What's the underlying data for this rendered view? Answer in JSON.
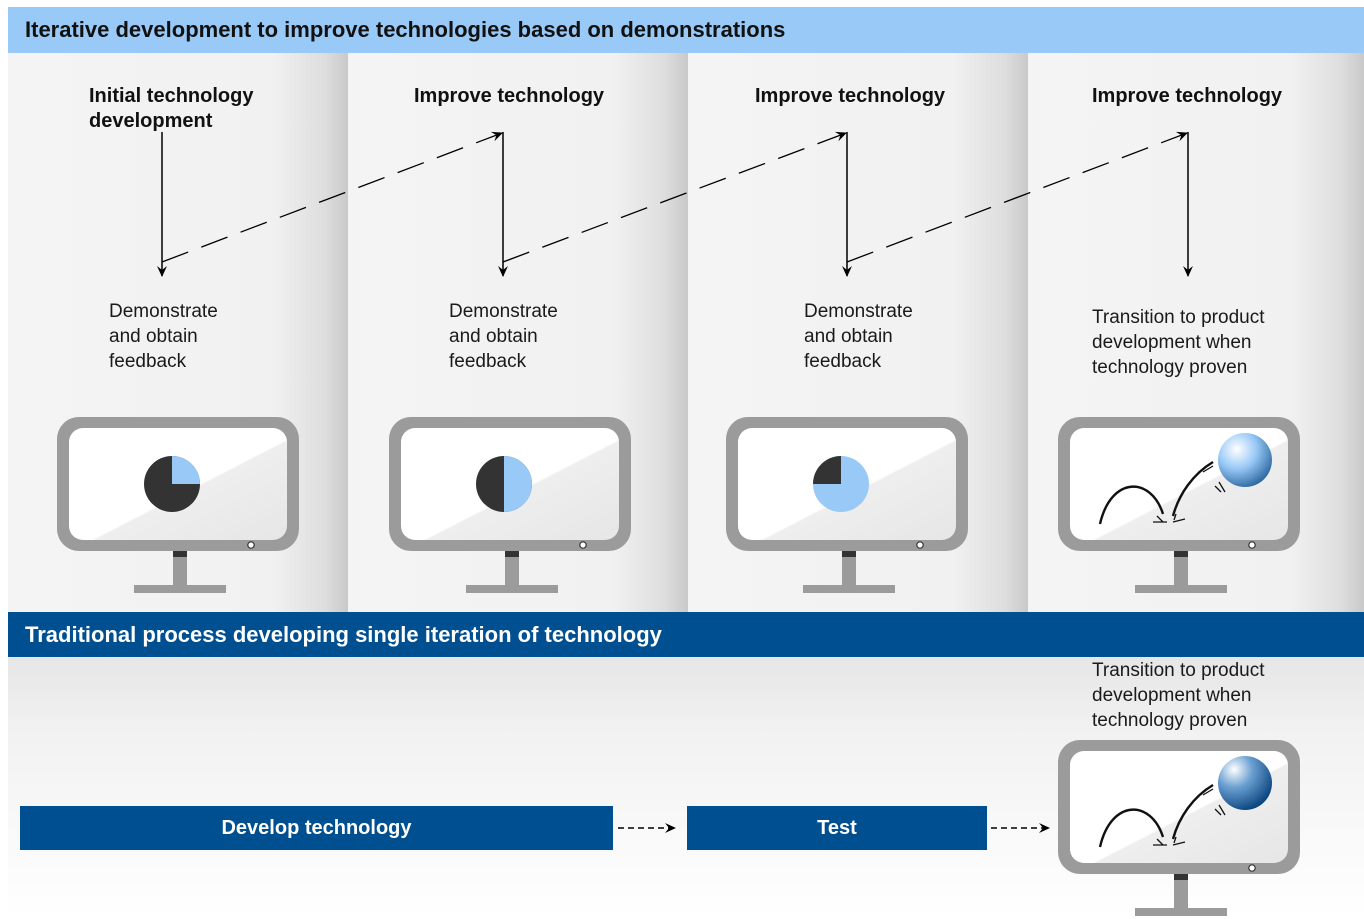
{
  "iterative": {
    "banner_title": "Iterative development to improve technologies based on demonstrations",
    "steps": [
      {
        "heading": "Initial technology development",
        "heading_line1": "Initial technology",
        "heading_line2": "development",
        "caption_lines": [
          "Demonstrate",
          "and obtain",
          "feedback"
        ],
        "screen": "pie-chart-quarter-icon"
      },
      {
        "heading": "Improve technology",
        "caption_lines": [
          "Demonstrate",
          "and obtain",
          "feedback"
        ],
        "screen": "pie-chart-half-icon"
      },
      {
        "heading": "Improve technology",
        "caption_lines": [
          "Demonstrate",
          "and obtain",
          "feedback"
        ],
        "screen": "pie-chart-three-quarter-icon"
      },
      {
        "heading": "Improve technology",
        "caption_lines": [
          "Transition to product",
          "development when",
          "technology proven"
        ],
        "screen": "bouncing-ball-icon"
      }
    ]
  },
  "traditional": {
    "banner_title": "Traditional process developing single iteration of technology",
    "develop_label": "Develop technology",
    "test_label": "Test",
    "final_caption_lines": [
      "Transition to product",
      "development when",
      "technology proven"
    ],
    "screen": "bouncing-ball-icon"
  },
  "colors": {
    "light_blue": "#99c9f7",
    "dark_blue": "#004f91",
    "monitor_gray": "#9b9b9b",
    "pie_dark": "#333333"
  }
}
